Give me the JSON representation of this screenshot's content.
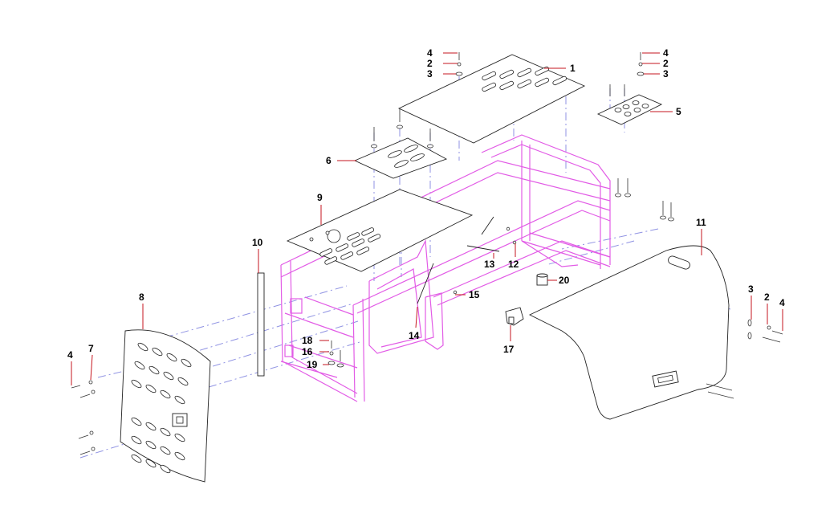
{
  "colors": {
    "frame": "#e25ce6",
    "axis_lines": "#8f92e3",
    "leader_lines": "#c6161f",
    "parts": "#222222",
    "labels": "#000000"
  },
  "callouts": {
    "c1": "1",
    "c2a": "2",
    "c3a": "3",
    "c4a": "4",
    "c2b": "2",
    "c3b": "3",
    "c4b": "4",
    "c5": "5",
    "c6": "6",
    "c4c": "4",
    "c7": "7",
    "c8": "8",
    "c9": "9",
    "c10": "10",
    "c11": "11",
    "c12": "12",
    "c13": "13",
    "c14": "14",
    "c15": "15",
    "c16": "16",
    "c17": "17",
    "c18": "18",
    "c19": "19",
    "c20": "20",
    "c3c": "3",
    "c2c": "2",
    "c4d": "4"
  }
}
